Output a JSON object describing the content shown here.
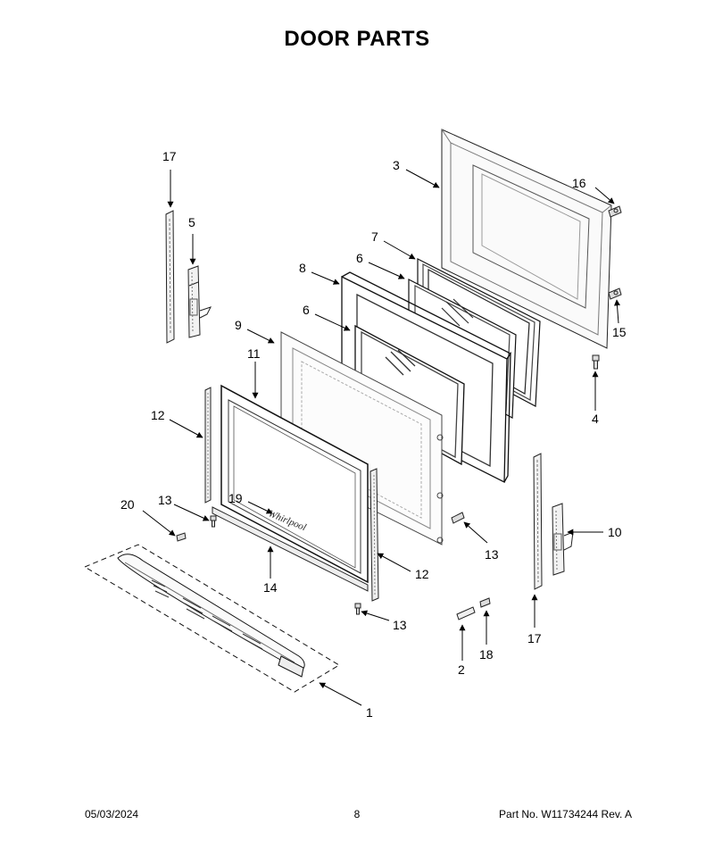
{
  "title": "DOOR PARTS",
  "footer": {
    "date": "05/03/2024",
    "page": "8",
    "part_number": "Part No.  W11734244   Rev.  A"
  },
  "callouts": [
    {
      "id": "c17a",
      "label": "17"
    },
    {
      "id": "c5",
      "label": "5"
    },
    {
      "id": "c3",
      "label": "3"
    },
    {
      "id": "c16",
      "label": "16"
    },
    {
      "id": "c7",
      "label": "7"
    },
    {
      "id": "c6a",
      "label": "6"
    },
    {
      "id": "c8",
      "label": "8"
    },
    {
      "id": "c6b",
      "label": "6"
    },
    {
      "id": "c9",
      "label": "9"
    },
    {
      "id": "c11",
      "label": "11"
    },
    {
      "id": "c15",
      "label": "15"
    },
    {
      "id": "c4",
      "label": "4"
    },
    {
      "id": "c12a",
      "label": "12"
    },
    {
      "id": "c13a",
      "label": "13"
    },
    {
      "id": "c20",
      "label": "20"
    },
    {
      "id": "c19",
      "label": "19"
    },
    {
      "id": "c14",
      "label": "14"
    },
    {
      "id": "c12b",
      "label": "12"
    },
    {
      "id": "c13b",
      "label": "13"
    },
    {
      "id": "c13c",
      "label": "13"
    },
    {
      "id": "c10",
      "label": "10"
    },
    {
      "id": "c17b",
      "label": "17"
    },
    {
      "id": "c2",
      "label": "2"
    },
    {
      "id": "c18",
      "label": "18"
    },
    {
      "id": "c1",
      "label": "1"
    }
  ]
}
